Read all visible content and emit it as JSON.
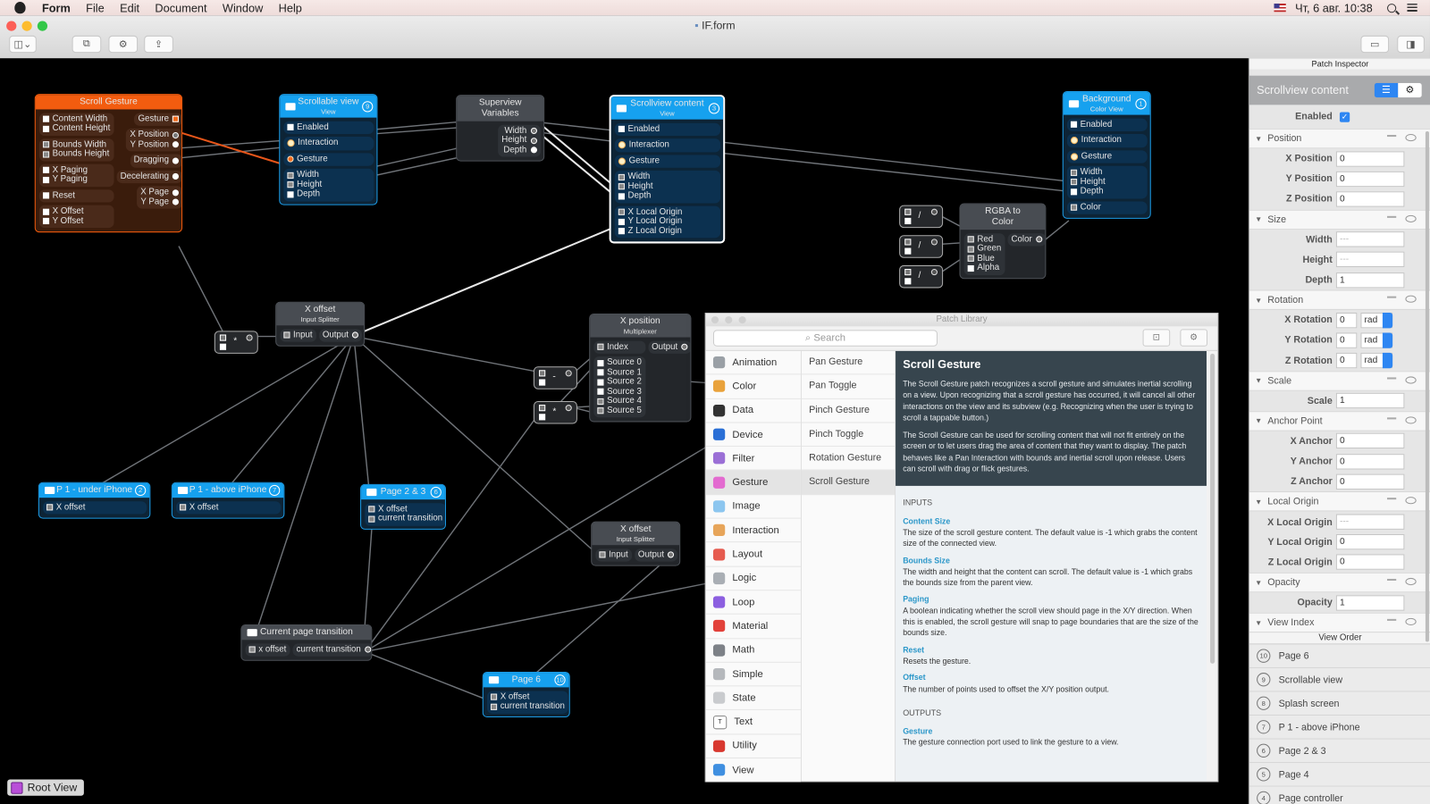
{
  "menubar": {
    "items": [
      "Form",
      "File",
      "Edit",
      "Document",
      "Window",
      "Help"
    ],
    "clock": "Чт, 6 авг.  10:38"
  },
  "window": {
    "title": "IF.form",
    "traffic_colors": [
      "#fc5f57",
      "#fdbc2e",
      "#33c748"
    ]
  },
  "canvas": {
    "root_view": "Root View",
    "nodes": [
      {
        "id": "n-scroll",
        "kind": "gesture",
        "title": "Scroll Gesture",
        "in": [
          [
            {
              "l": "Content Width",
              "t": "sq"
            },
            {
              "l": "Content Height",
              "t": "sq"
            }
          ],
          [
            {
              "l": "Bounds Width",
              "t": "sqg"
            },
            {
              "l": "Bounds Height",
              "t": "sqg"
            }
          ],
          [
            {
              "l": "X Paging",
              "t": "sq"
            },
            {
              "l": "Y Paging",
              "t": "sq"
            }
          ],
          [
            {
              "l": "Reset",
              "t": "sq"
            }
          ],
          [
            {
              "l": "X Offset",
              "t": "sq"
            },
            {
              "l": "Y Offset",
              "t": "sq"
            }
          ]
        ],
        "out": [
          [
            {
              "l": "Gesture",
              "t": "so"
            }
          ],
          [
            {
              "l": "X Position",
              "t": "cio"
            },
            {
              "l": "Y Position",
              "t": "ci"
            }
          ],
          [
            {
              "l": "Dragging",
              "t": "ci"
            }
          ],
          [
            {
              "l": "Decelerating",
              "t": "ci"
            }
          ],
          [
            {
              "l": "X Page",
              "t": "ci"
            },
            {
              "l": "Y Page",
              "t": "ci"
            }
          ]
        ]
      },
      {
        "id": "n-scrollable",
        "kind": "view",
        "title": "Scrollable view",
        "subtitle": "View",
        "badge": "9",
        "in": [
          [
            {
              "l": "Enabled",
              "t": "sq"
            }
          ],
          [
            {
              "l": "Interaction",
              "t": "cy"
            }
          ],
          [
            {
              "l": "Gesture",
              "t": "co"
            }
          ],
          [
            {
              "l": "Width",
              "t": "sqg"
            },
            {
              "l": "Height",
              "t": "sqg"
            },
            {
              "l": "Depth",
              "t": "sq"
            }
          ]
        ]
      },
      {
        "id": "n-superview",
        "kind": "gray",
        "title": "Superview Variables",
        "out": [
          [
            {
              "l": "Width",
              "t": "cio"
            },
            {
              "l": "Height",
              "t": "cio"
            },
            {
              "l": "Depth",
              "t": "ci"
            }
          ]
        ]
      },
      {
        "id": "n-content",
        "kind": "view",
        "selected": true,
        "title": "Scrollview content",
        "subtitle": "View",
        "badge": "3",
        "in": [
          [
            {
              "l": "Enabled",
              "t": "sq"
            }
          ],
          [
            {
              "l": "Interaction",
              "t": "cy"
            }
          ],
          [
            {
              "l": "Gesture",
              "t": "cy"
            }
          ],
          [
            {
              "l": "Width",
              "t": "sqg"
            },
            {
              "l": "Height",
              "t": "sqg"
            },
            {
              "l": "Depth",
              "t": "sq"
            }
          ],
          [
            {
              "l": "X Local Origin",
              "t": "sqg"
            },
            {
              "l": "Y Local Origin",
              "t": "sq"
            },
            {
              "l": "Z Local Origin",
              "t": "sq"
            }
          ]
        ]
      },
      {
        "id": "n-bg",
        "kind": "view",
        "title": "Background",
        "subtitle": "Color View",
        "badge": "1",
        "in": [
          [
            {
              "l": "Enabled",
              "t": "sq"
            }
          ],
          [
            {
              "l": "Interaction",
              "t": "cy"
            }
          ],
          [
            {
              "l": "Gesture",
              "t": "cy"
            }
          ],
          [
            {
              "l": "Width",
              "t": "sqg"
            },
            {
              "l": "Height",
              "t": "sqg"
            },
            {
              "l": "Depth",
              "t": "sq"
            }
          ],
          [
            {
              "l": "Color",
              "t": "sqg"
            }
          ]
        ]
      },
      {
        "id": "n-rgba",
        "kind": "gray",
        "title": "RGBA to Color",
        "in": [
          [
            {
              "l": "Red",
              "t": "sqg"
            },
            {
              "l": "Green",
              "t": "sqg"
            },
            {
              "l": "Blue",
              "t": "sqg"
            },
            {
              "l": "Alpha",
              "t": "sq"
            }
          ]
        ],
        "out": [
          [
            {
              "l": "Color",
              "t": "cio"
            }
          ]
        ]
      },
      {
        "id": "n-split1",
        "kind": "gray",
        "title": "X offset",
        "subtitle": "Input Splitter",
        "in": [
          [
            {
              "l": "Input",
              "t": "sqg"
            }
          ]
        ],
        "out": [
          [
            {
              "l": "Output",
              "t": "cio"
            }
          ]
        ]
      },
      {
        "id": "n-mux",
        "kind": "gray",
        "title": "X position",
        "subtitle": "Multiplexer",
        "in": [
          [
            {
              "l": "Index",
              "t": "sqg"
            }
          ],
          [
            {
              "l": "Source 0",
              "t": "sq"
            },
            {
              "l": "Source 1",
              "t": "sq"
            },
            {
              "l": "Source 2",
              "t": "sq"
            },
            {
              "l": "Source 3",
              "t": "sq"
            },
            {
              "l": "Source 4",
              "t": "sqg"
            },
            {
              "l": "Source 5",
              "t": "sqg"
            }
          ]
        ],
        "out": [
          [
            {
              "l": "Output",
              "t": "cio"
            }
          ]
        ]
      },
      {
        "id": "n-p1u",
        "kind": "view",
        "title": "P 1 - under iPhone",
        "badge": "2",
        "in": [
          [
            {
              "l": "X offset",
              "t": "sqg"
            }
          ]
        ]
      },
      {
        "id": "n-p1a",
        "kind": "view",
        "title": "P 1 - above iPhone",
        "badge": "7",
        "in": [
          [
            {
              "l": "X offset",
              "t": "sqg"
            }
          ]
        ]
      },
      {
        "id": "n-p23",
        "kind": "view",
        "title": "Page 2 & 3",
        "badge": "6",
        "in": [
          [
            {
              "l": "X offset",
              "t": "sqg"
            },
            {
              "l": "current transition",
              "t": "sqg"
            }
          ]
        ]
      },
      {
        "id": "n-split2",
        "kind": "gray",
        "title": "X offset",
        "subtitle": "Input Splitter",
        "in": [
          [
            {
              "l": "Input",
              "t": "sqg"
            }
          ]
        ],
        "out": [
          [
            {
              "l": "Output",
              "t": "cio"
            }
          ]
        ]
      },
      {
        "id": "n-cpt",
        "kind": "gray",
        "group": true,
        "title": "Current page transition",
        "in": [
          [
            {
              "l": "x offset",
              "t": "sqg"
            }
          ]
        ],
        "out": [
          [
            {
              "l": "current transition",
              "t": "cio"
            }
          ]
        ]
      },
      {
        "id": "n-p6",
        "kind": "view",
        "title": "Page 6",
        "badge": "10",
        "in": [
          [
            {
              "l": "X offset",
              "t": "sqg"
            },
            {
              "l": "current transition",
              "t": "sqg"
            }
          ]
        ]
      }
    ],
    "ops": [
      "/",
      "/",
      "/",
      "*",
      "-",
      "*"
    ]
  },
  "library": {
    "title": "Patch Library",
    "search_placeholder": "Search",
    "categories": [
      {
        "name": "Animation",
        "icon": "animation-icon",
        "color": "#9aa0a6"
      },
      {
        "name": "Color",
        "icon": "color-icon",
        "color": "#e9a23b"
      },
      {
        "name": "Data",
        "icon": "data-icon",
        "color": "#333333"
      },
      {
        "name": "Device",
        "icon": "device-icon",
        "color": "#2a6fd6"
      },
      {
        "name": "Filter",
        "icon": "filter-icon",
        "color": "#9b6fd6"
      },
      {
        "name": "Gesture",
        "icon": "gesture-icon",
        "color": "#e36bd0",
        "selected": true
      },
      {
        "name": "Image",
        "icon": "image-icon",
        "color": "#8cc6ef"
      },
      {
        "name": "Interaction",
        "icon": "interaction-icon",
        "color": "#e7a55a"
      },
      {
        "name": "Layout",
        "icon": "layout-icon",
        "color": "#e65b4f"
      },
      {
        "name": "Logic",
        "icon": "logic-icon",
        "color": "#a9aeb4"
      },
      {
        "name": "Loop",
        "icon": "loop-icon",
        "color": "#8c5fe0"
      },
      {
        "name": "Material",
        "icon": "material-icon",
        "color": "#e2413a"
      },
      {
        "name": "Math",
        "icon": "math-icon",
        "color": "#7d8187"
      },
      {
        "name": "Simple",
        "icon": "simple-icon",
        "color": "#b5b8bc"
      },
      {
        "name": "State",
        "icon": "state-icon",
        "color": "#c9cbce"
      },
      {
        "name": "Text",
        "icon": "text-icon",
        "color": "#555555"
      },
      {
        "name": "Utility",
        "icon": "utility-icon",
        "color": "#d8382f"
      },
      {
        "name": "View",
        "icon": "view-icon",
        "color": "#3f8fe0"
      }
    ],
    "patches": [
      {
        "name": "Pan Gesture"
      },
      {
        "name": "Pan Toggle"
      },
      {
        "name": "Pinch Gesture"
      },
      {
        "name": "Pinch Toggle"
      },
      {
        "name": "Rotation Gesture"
      },
      {
        "name": "Scroll Gesture",
        "selected": true
      }
    ],
    "detail": {
      "title": "Scroll Gesture",
      "paragraphs": [
        "The Scroll Gesture patch recognizes a scroll gesture and simulates inertial scrolling on a view. Upon recognizing that a scroll gesture has occurred, it will cancel all other interactions on the view and its subview (e.g. Recognizing when the user is trying to scroll a tappable button.)",
        "The Scroll Gesture can be used for scrolling content that will not fit entirely on the screen or to let users drag the area of content that they want to display. The patch behaves like a Pan Interaction with bounds and inertial scroll upon release. Users can scroll with drag or flick gestures."
      ],
      "inputs_heading": "INPUTS",
      "inputs": [
        {
          "name": "Content Size",
          "desc": "The size of the scroll gesture content. The default value is -1 which grabs the content size of the connected view."
        },
        {
          "name": "Bounds Size",
          "desc": "The width and height that the content can scroll. The default value is -1 which grabs the bounds size from the parent view."
        },
        {
          "name": "Paging",
          "desc": "A boolean indicating whether the scroll view should page in the X/Y direction. When this is enabled, the scroll gesture will snap to page boundaries that are the size of the bounds size."
        },
        {
          "name": "Reset",
          "desc": "Resets the gesture."
        },
        {
          "name": "Offset",
          "desc": "The number of points used to offset the X/Y position output."
        }
      ],
      "outputs_heading": "OUTPUTS",
      "outputs": [
        {
          "name": "Gesture",
          "desc": "The gesture connection port used to link the gesture to a view."
        }
      ]
    }
  },
  "inspector": {
    "panel_title": "Patch Inspector",
    "patch_name": "Scrollview content",
    "enabled_label": "Enabled",
    "enabled": true,
    "sections": [
      {
        "name": "Position",
        "rows": [
          {
            "label": "X Position",
            "value": "0"
          },
          {
            "label": "Y Position",
            "value": "0"
          },
          {
            "label": "Z Position",
            "value": "0"
          }
        ]
      },
      {
        "name": "Size",
        "rows": [
          {
            "label": "Width",
            "placeholder": "---"
          },
          {
            "label": "Height",
            "placeholder": "---"
          },
          {
            "label": "Depth",
            "value": "1"
          }
        ]
      },
      {
        "name": "Rotation",
        "rows": [
          {
            "label": "X Rotation",
            "value": "0",
            "unit": "rad"
          },
          {
            "label": "Y Rotation",
            "value": "0",
            "unit": "rad"
          },
          {
            "label": "Z Rotation",
            "value": "0",
            "unit": "rad"
          }
        ]
      },
      {
        "name": "Scale",
        "rows": [
          {
            "label": "Scale",
            "value": "1"
          }
        ]
      },
      {
        "name": "Anchor Point",
        "rows": [
          {
            "label": "X Anchor",
            "value": "0"
          },
          {
            "label": "Y Anchor",
            "value": "0"
          },
          {
            "label": "Z Anchor",
            "value": "0"
          }
        ]
      },
      {
        "name": "Local Origin",
        "rows": [
          {
            "label": "X Local Origin",
            "placeholder": "---"
          },
          {
            "label": "Y Local Origin",
            "value": "0"
          },
          {
            "label": "Z Local Origin",
            "value": "0"
          }
        ]
      },
      {
        "name": "Opacity",
        "rows": [
          {
            "label": "Opacity",
            "value": "1"
          }
        ]
      },
      {
        "name": "View Index",
        "rows": []
      }
    ],
    "view_order_title": "View Order",
    "view_order": [
      {
        "n": "10",
        "name": "Page 6"
      },
      {
        "n": "9",
        "name": "Scrollable view"
      },
      {
        "n": "8",
        "name": "Splash screen"
      },
      {
        "n": "7",
        "name": "P 1 - above iPhone"
      },
      {
        "n": "6",
        "name": "Page 2 & 3"
      },
      {
        "n": "5",
        "name": "Page 4"
      },
      {
        "n": "4",
        "name": "Page controller"
      }
    ]
  }
}
